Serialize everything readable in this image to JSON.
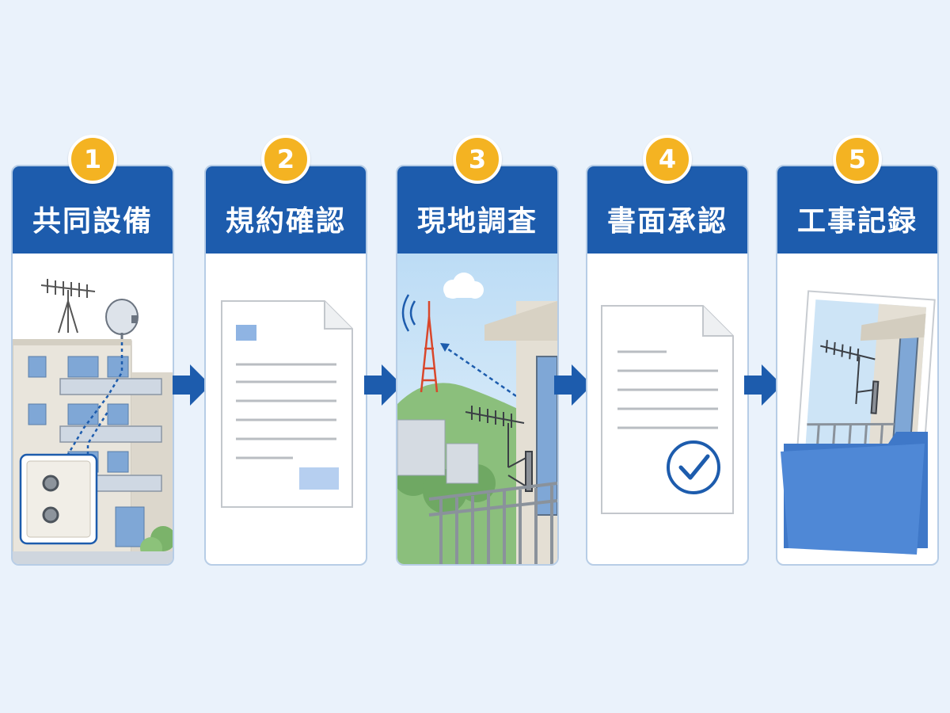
{
  "steps": [
    {
      "number": "1",
      "title": "共同設備"
    },
    {
      "number": "2",
      "title": "規約確認"
    },
    {
      "number": "3",
      "title": "現地調査"
    },
    {
      "number": "4",
      "title": "書面承認"
    },
    {
      "number": "5",
      "title": "工事記録"
    }
  ],
  "colors": {
    "header": "#1d5cad",
    "badge": "#f4b322",
    "arrow": "#1d5cad",
    "background": "#eaf2fb"
  }
}
